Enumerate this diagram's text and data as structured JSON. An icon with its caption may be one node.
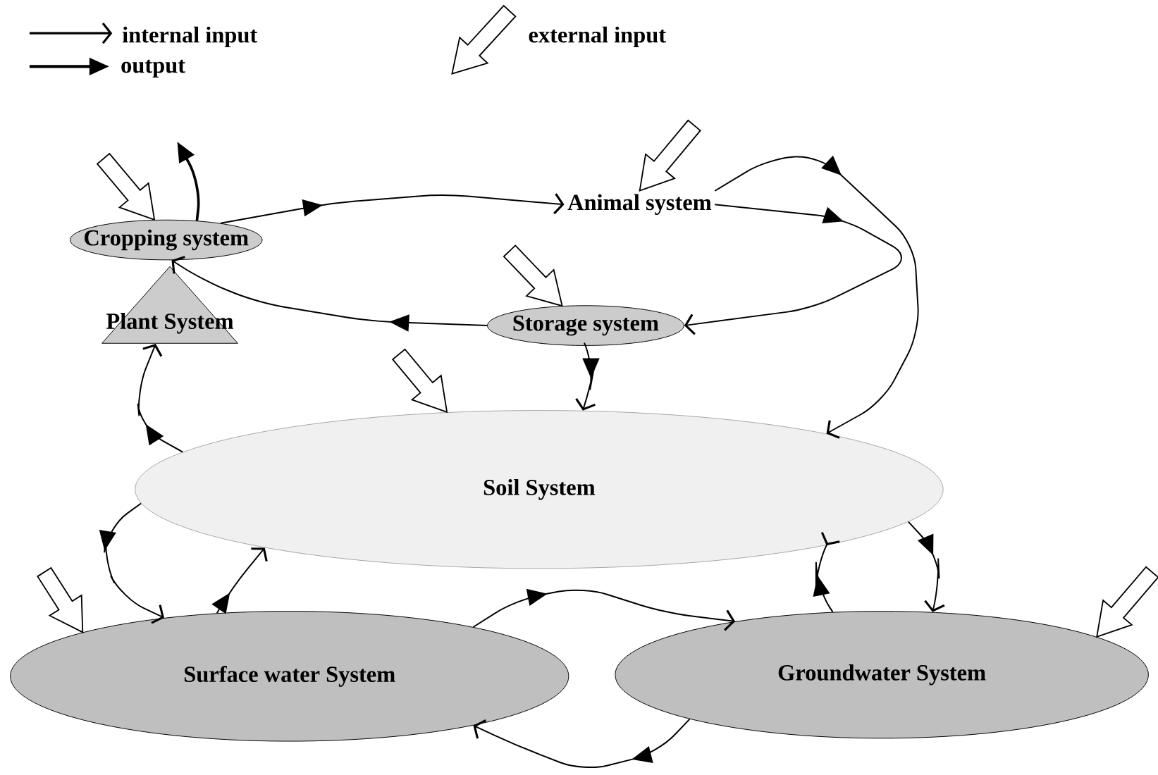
{
  "diagram": {
    "nodes": [
      {
        "text": [
          "Cropping system"
        ]
      },
      {
        "text": [
          "Animal system"
        ]
      },
      {
        "text": [
          "Plant System"
        ]
      },
      {
        "text": [
          "Storage system"
        ]
      },
      {
        "text": [
          "Soil System"
        ]
      },
      {
        "text": [
          "Surface water System"
        ]
      },
      {
        "text": [
          "Groundwater System"
        ]
      }
    ],
    "edges": [
      {
        "from": 0,
        "to": 1,
        "arrow": "to"
      },
      {
        "from": 1,
        "to": 3,
        "arrow": "to"
      },
      {
        "from": 1,
        "to": 4,
        "arrow": "to"
      },
      {
        "from": 3,
        "to": 0,
        "arrow": "to"
      },
      {
        "from": 3,
        "to": 4,
        "arrow": "to"
      },
      {
        "from": 4,
        "to": 2,
        "arrow": "to"
      },
      {
        "from": 4,
        "to": 5,
        "arrow": "to"
      },
      {
        "from": 5,
        "to": 4,
        "arrow": "to"
      },
      {
        "from": 4,
        "to": 6,
        "arrow": "to"
      },
      {
        "from": 6,
        "to": 4,
        "arrow": "to"
      },
      {
        "from": 5,
        "to": 6,
        "arrow": "to"
      },
      {
        "from": 6,
        "to": 5,
        "arrow": "to"
      },
      {
        "from": 0,
        "to": null,
        "arrow": "to"
      },
      {
        "from": null,
        "to": 0,
        "arrow": "to"
      },
      {
        "from": null,
        "to": 1,
        "arrow": "to"
      },
      {
        "from": null,
        "to": 3,
        "arrow": "to"
      },
      {
        "from": null,
        "to": 4,
        "arrow": "to"
      },
      {
        "from": null,
        "to": 5,
        "arrow": "to"
      },
      {
        "from": null,
        "to": 6,
        "arrow": "to"
      }
    ],
    "legend": [
      {
        "text": "internal input"
      },
      {
        "text": "output"
      },
      {
        "text": "external input"
      }
    ]
  }
}
